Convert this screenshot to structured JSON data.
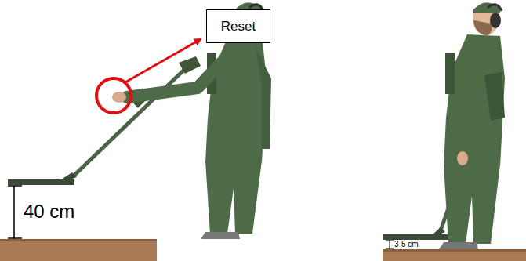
{
  "diagram": {
    "nodes": [
      {
        "text": [
          "Reset"
        ]
      }
    ],
    "labels": [
      "40 cm",
      "3-5 cm"
    ]
  }
}
